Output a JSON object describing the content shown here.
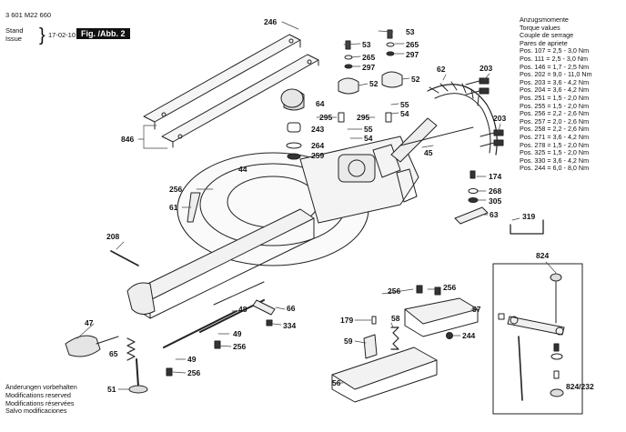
{
  "header": {
    "part_number": "3 601 M22 660",
    "stand_label": "Stand",
    "issue_label": "Issue",
    "date": "17-02-10",
    "figure": "Fig. /Abb. 2"
  },
  "torque_table": {
    "title_lines": [
      "Anzugsmomente",
      "Torque values",
      "Couple de serrage",
      "Pares de apriete"
    ],
    "rows": [
      "Pos.  107 = 2,5 - 3,0 Nm",
      "Pos.  111 = 2,5 - 3,0 Nm",
      "Pos.  146 = 1,7 - 2,5 Nm",
      "Pos.  202 = 9,0 - 11,0 Nm",
      "Pos.  203 = 3,6 - 4,2 Nm",
      "Pos.  204 = 3,6 - 4,2 Nm",
      "Pos.  251 = 1,5 - 2,0 Nm",
      "Pos.  255 = 1,5 - 2,0 Nm",
      "Pos.  256 = 2,2 - 2,6 Nm",
      "Pos.  257 = 2,0 - 2,6 Nm",
      "Pos.  258 = 2,2 - 2,6 Nm",
      "Pos.  271 = 3,6 - 4,2 Nm",
      "Pos.  278 = 1,5 - 2,0 Nm",
      "Pos.  325 = 1,5 - 2,0 Nm",
      "Pos.  330 = 3,6 - 4,2 Nm",
      "Pos.  244 = 6,0 - 8,0 Nm"
    ]
  },
  "notes": [
    "Änderungen vorbehalten",
    "Modifications reserved",
    "Modifications réservées",
    "Salvo modificaciones"
  ],
  "part_labels": [
    "246",
    "53",
    "265",
    "297",
    "53",
    "265",
    "297",
    "52",
    "52",
    "62",
    "203",
    "203",
    "846",
    "64",
    "243",
    "264",
    "259",
    "295",
    "295",
    "55",
    "54",
    "55",
    "54",
    "45",
    "44",
    "256",
    "61",
    "174",
    "268",
    "305",
    "63",
    "319",
    "208",
    "824",
    "256",
    "256",
    "66",
    "334",
    "48",
    "57",
    "47",
    "179",
    "58",
    "49",
    "59",
    "244",
    "65",
    "256",
    "49",
    "256",
    "51",
    "56",
    "824/232"
  ]
}
